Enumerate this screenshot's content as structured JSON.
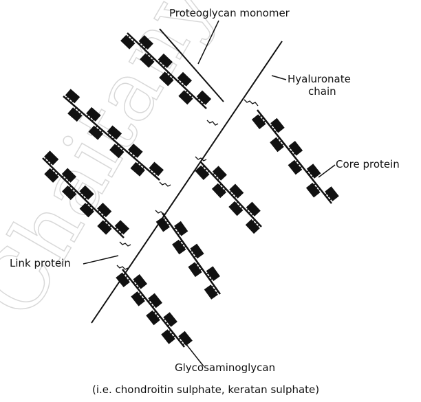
{
  "diagram": {
    "labels": {
      "proteoglycan_monomer": "Proteoglycan monomer",
      "hyaluronate_chain_line1": "Hyaluronate",
      "hyaluronate_chain_line2": "chain",
      "core_protein": "Core protein",
      "link_protein": "Link protein",
      "glycosaminoglycan": "Glycosaminoglycan",
      "glycosaminoglycan_examples": "(i.e. chondroitin sulphate, keratan sulphate)"
    },
    "colors": {
      "ink": "#111111",
      "watermark": "#d8d8d8"
    },
    "watermark_text": "Chaitanya"
  }
}
